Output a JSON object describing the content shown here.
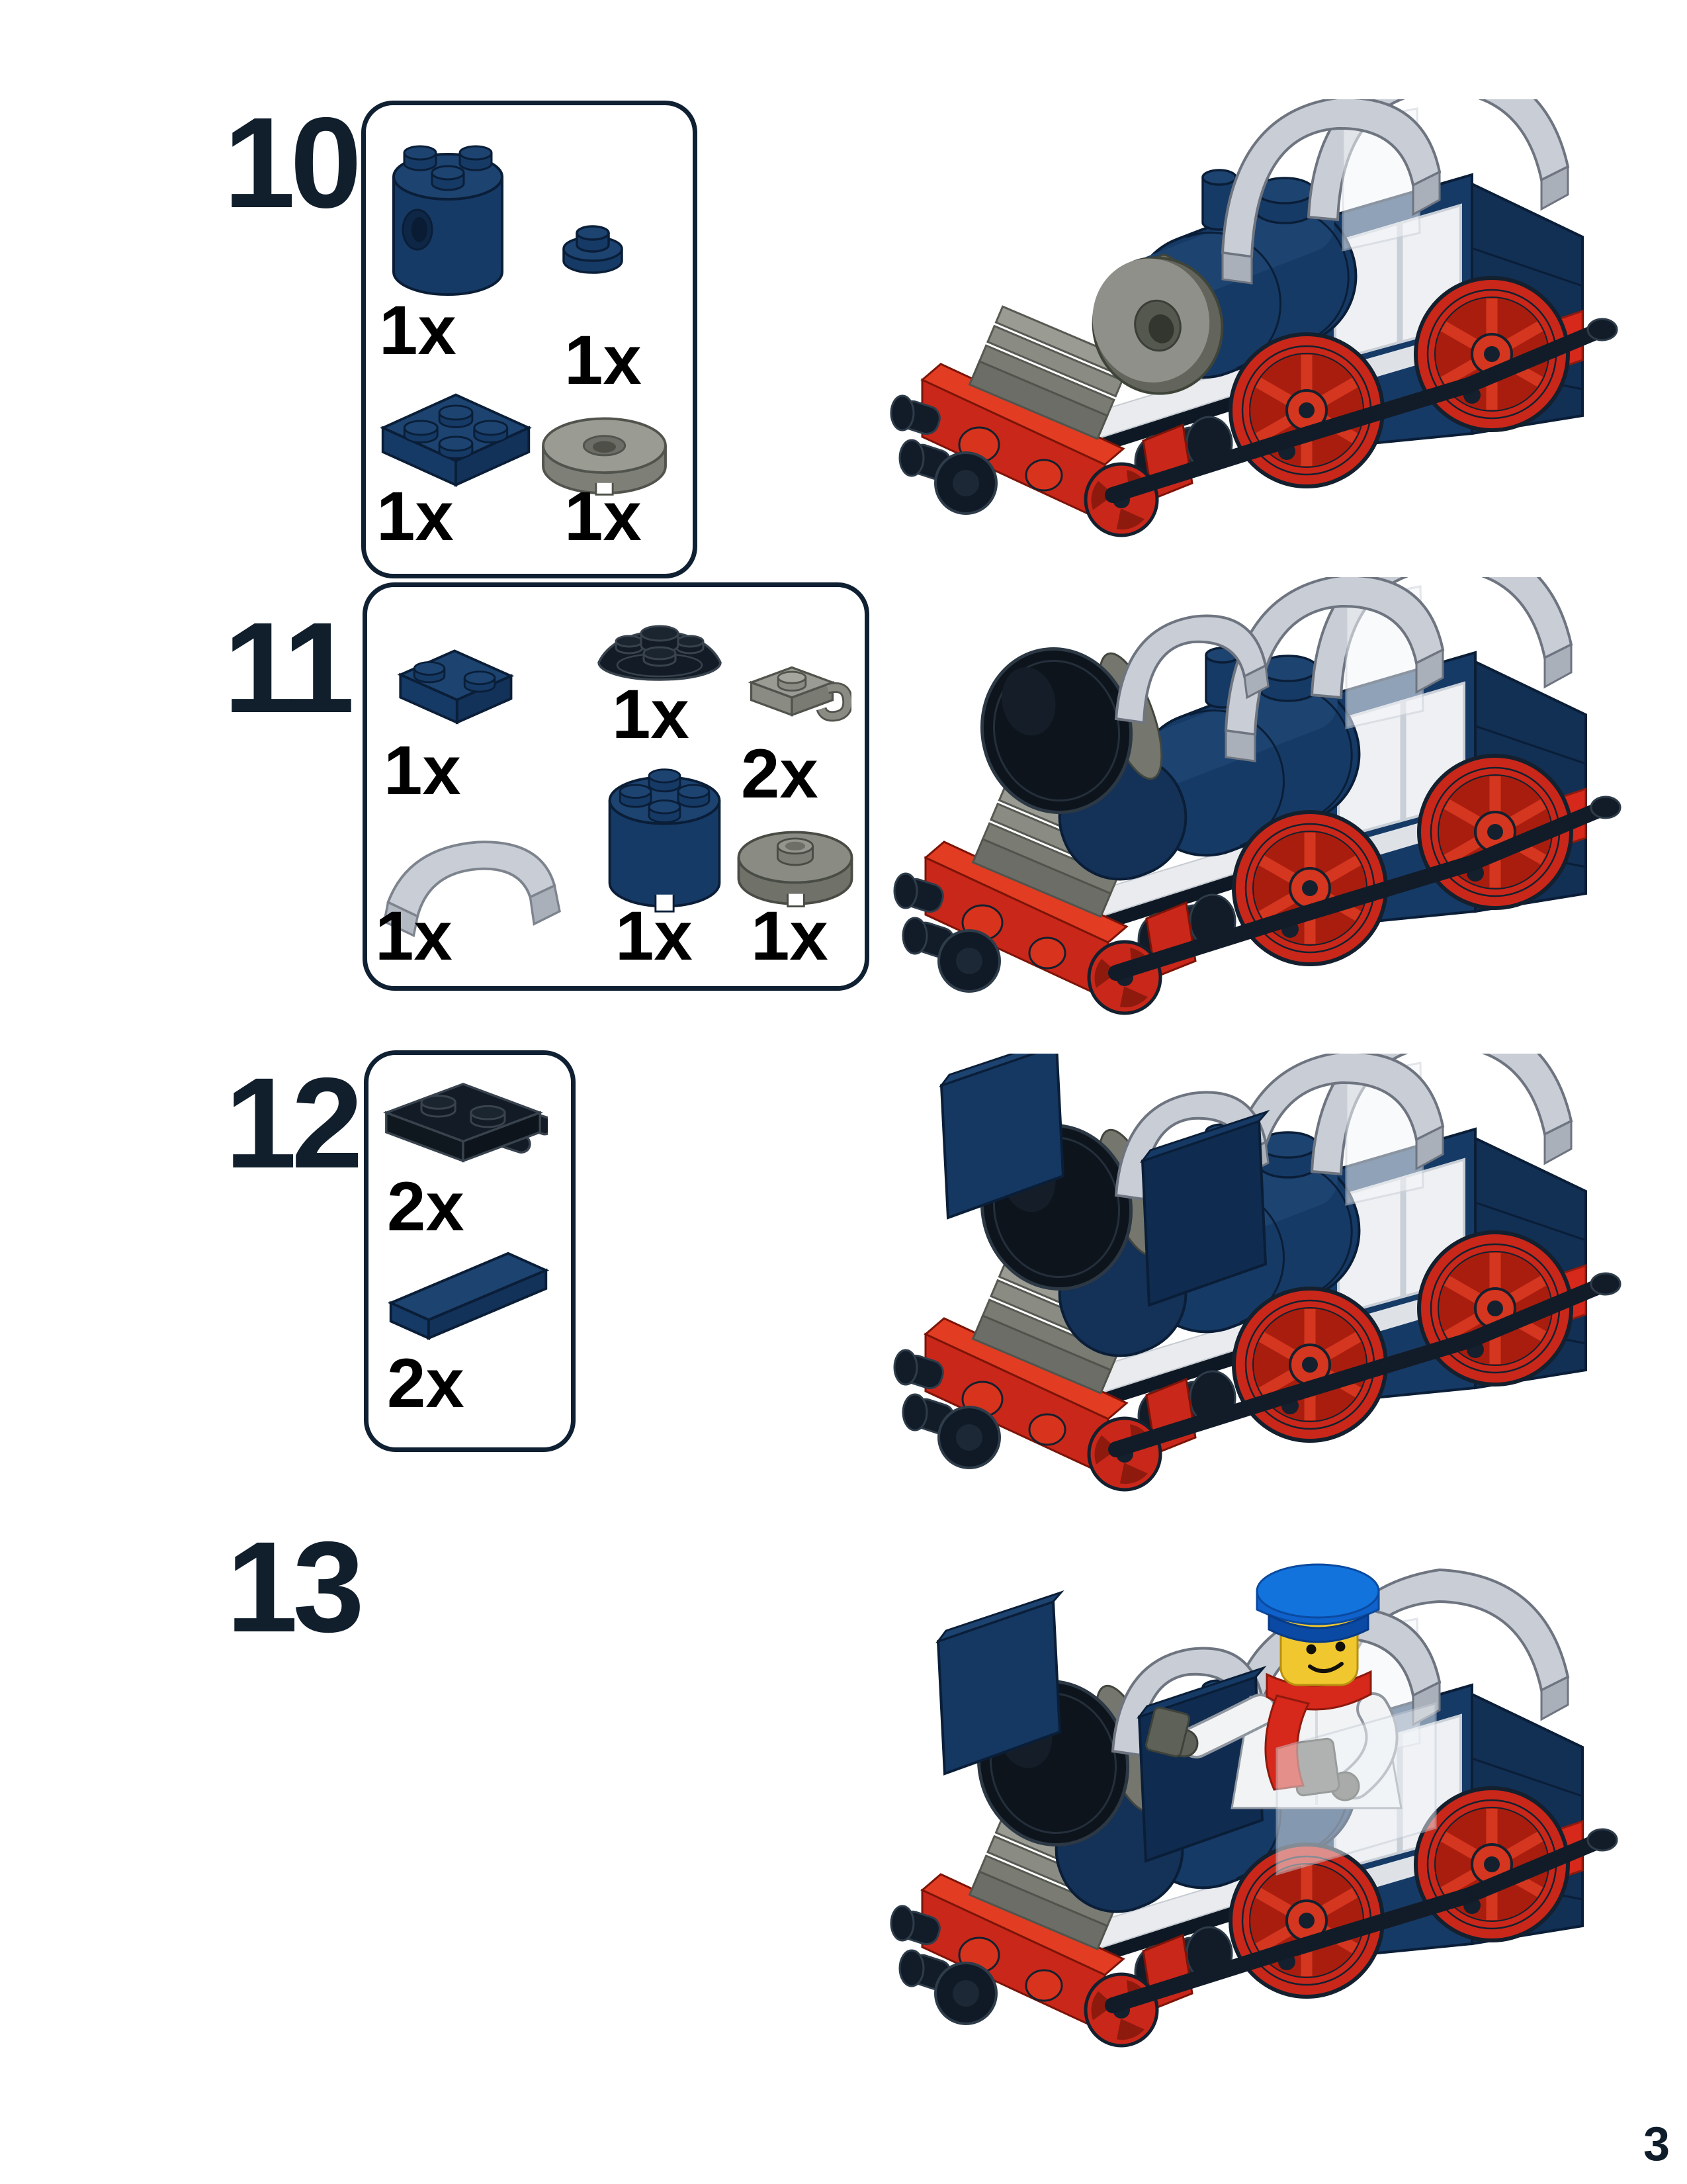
{
  "page": {
    "number": "3",
    "kind": "lego-building-instructions"
  },
  "colors": {
    "ink_navy": "#111f2c",
    "box_border": "#102033",
    "qty_black": "#000000",
    "brick_dark_blue": "#163a66",
    "brick_dark_blue_top": "#1d4370",
    "brick_red": "#c9271a",
    "roof_light_gray": "#c9cdd5",
    "part_gray": "#8f9089",
    "part_dark_gray": "#70726a",
    "part_black": "#131c26",
    "window_white": "#eef0f3",
    "minifig_cap_blue": "#1273dd",
    "minifig_head_yellow": "#f0c72e",
    "minifig_scarf_red": "#d6281b",
    "minifig_torso_white": "#f1f3f5"
  },
  "steps": [
    {
      "number": "10",
      "train": "locomotive-with-gray-smokebox-disc",
      "parts": [
        {
          "qty": "1x",
          "part": "brick-round-2x2-cylinder-dark-blue"
        },
        {
          "qty": "1x",
          "part": "plate-round-1x1-dark-blue"
        },
        {
          "qty": "1x",
          "part": "plate-2x2-dark-blue"
        },
        {
          "qty": "1x",
          "part": "tile-round-2x2-with-hole-gray"
        }
      ]
    },
    {
      "number": "11",
      "train": "locomotive-with-black-smokebox-front",
      "parts": [
        {
          "qty": "1x",
          "part": "plate-1x2-dark-blue"
        },
        {
          "qty": "1x",
          "part": "dish-2x2-inverted-black"
        },
        {
          "qty": "2x",
          "part": "plate-1x1-with-clip-gray"
        },
        {
          "qty": "1x",
          "part": "slope-curved-1x4-light-gray"
        },
        {
          "qty": "1x",
          "part": "brick-round-2x2-dark-blue"
        },
        {
          "qty": "1x",
          "part": "tile-round-2x2-with-stud-gray"
        }
      ]
    },
    {
      "number": "12",
      "train": "locomotive-with-side-panels",
      "parts": [
        {
          "qty": "2x",
          "part": "plate-1x2-with-clips-black"
        },
        {
          "qty": "2x",
          "part": "tile-1x4-dark-blue"
        }
      ]
    },
    {
      "number": "13",
      "train": "locomotive-with-conductor-minifigure",
      "parts": []
    }
  ]
}
